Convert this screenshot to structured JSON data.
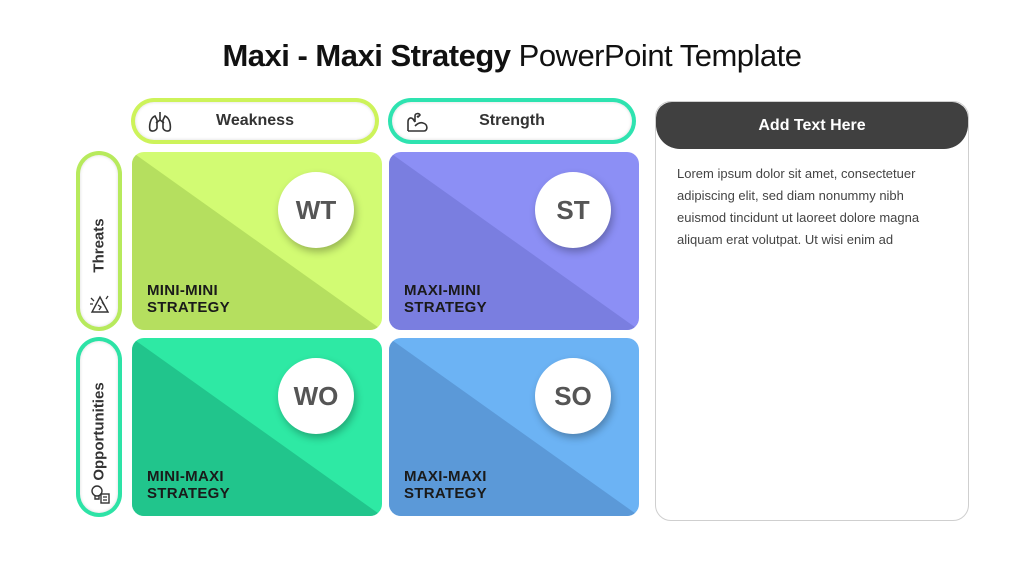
{
  "title": {
    "bold": "Maxi - Maxi Strategy",
    "regular": "PowerPoint Template"
  },
  "columns": [
    {
      "label": "Weakness",
      "icon": "lungs-icon",
      "color": "#cdf35a"
    },
    {
      "label": "Strength",
      "icon": "flexed-arm-icon",
      "color": "#2ee3b0"
    }
  ],
  "rows": [
    {
      "label": "Threats",
      "icon": "broken-glass-icon",
      "color": "#b7ea5c"
    },
    {
      "label": "Opportunities",
      "icon": "lightbulb-icon",
      "color": "#2de3a6"
    }
  ],
  "quadrants": [
    {
      "code": "WT",
      "label": "MINI-MINI\nSTRATEGY",
      "color_light": "#d2fb73",
      "color_dark": "#b5df5f"
    },
    {
      "code": "ST",
      "label": "MAXI-MINI\nSTRATEGY",
      "color_light": "#8c8ff5",
      "color_dark": "#7a7ee0"
    },
    {
      "code": "WO",
      "label": "MINI-MAXI\nSTRATEGY",
      "color_light": "#2ee9a4",
      "color_dark": "#21c58c"
    },
    {
      "code": "SO",
      "label": "MAXI-MAXI\nSTRATEGY",
      "color_light": "#6cb3f4",
      "color_dark": "#5b99d8"
    }
  ],
  "panel": {
    "heading": "Add Text Here",
    "body": "Lorem ipsum dolor sit amet, consectetuer adipiscing elit, sed diam nonummy nibh euismod tincidunt ut laoreet dolore magna aliquam erat volutpat. Ut wisi enim ad"
  }
}
